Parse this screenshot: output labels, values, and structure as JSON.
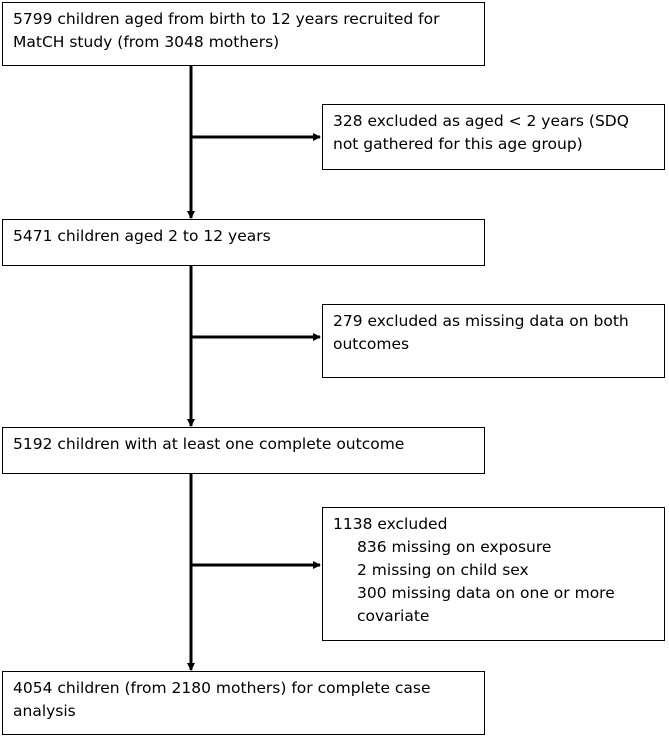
{
  "flow": {
    "main_boxes": [
      {
        "lines": [
          "5799 children aged from birth to 12 years recruited for",
          "MatCH study (from 3048 mothers)"
        ]
      },
      {
        "lines": [
          "5471 children aged 2 to 12 years"
        ]
      },
      {
        "lines": [
          "5192 children with at least one complete outcome"
        ]
      },
      {
        "lines": [
          "4054 children (from 2180 mothers) for complete case",
          "analysis"
        ]
      }
    ],
    "exclusion_boxes": [
      {
        "lines": [
          "328 excluded as aged < 2 years (SDQ",
          "not gathered for this age group)"
        ]
      },
      {
        "lines": [
          "279 excluded as missing data on both",
          "outcomes"
        ]
      },
      {
        "lines": [
          "1138 excluded"
        ],
        "sub_lines": [
          "836 missing on exposure",
          "2 missing on child sex",
          "300 missing data on one or more",
          "covariate"
        ]
      }
    ]
  }
}
